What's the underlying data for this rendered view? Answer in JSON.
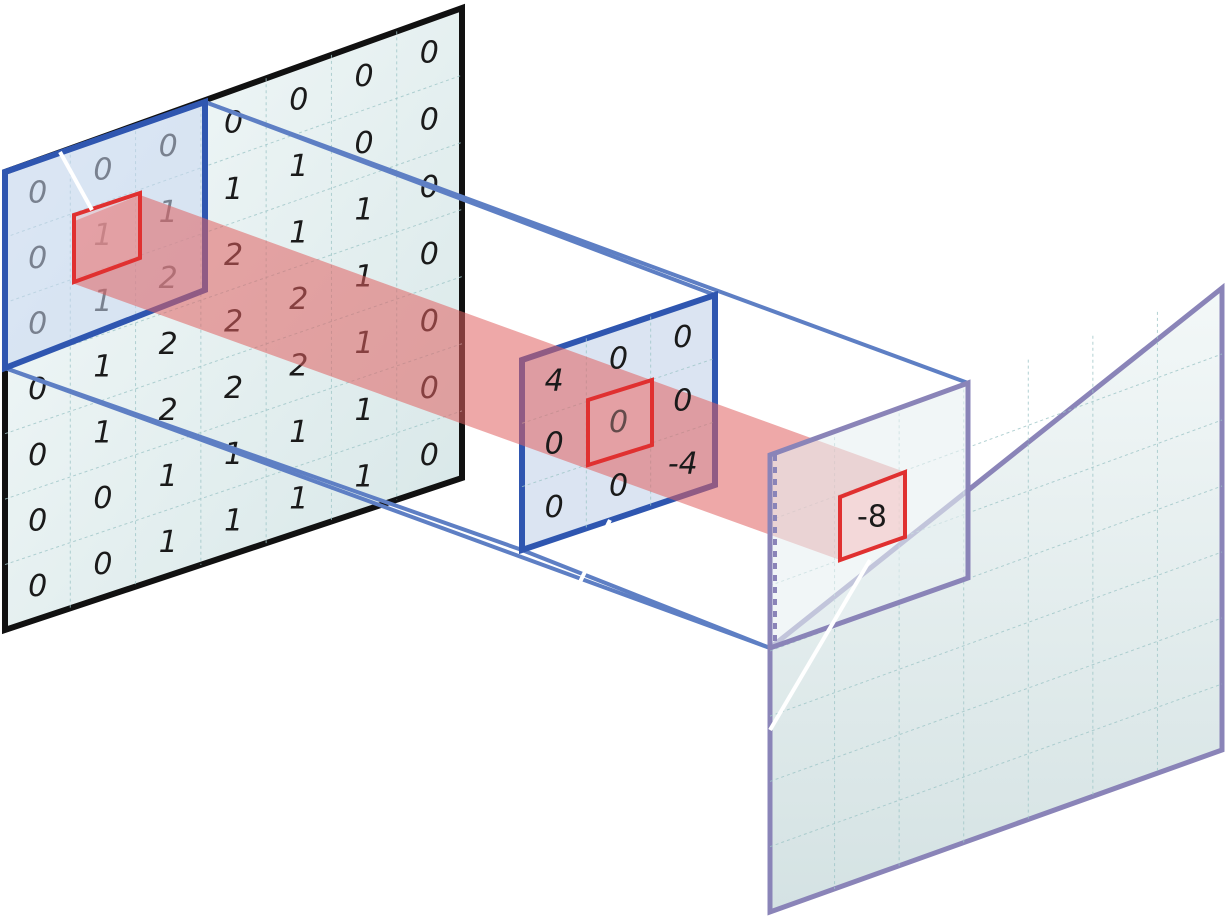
{
  "input_grid": [
    [
      "0",
      "0",
      "0",
      "0",
      "0",
      "0",
      "0"
    ],
    [
      "0",
      "1",
      "1",
      "1",
      "1",
      "0",
      "0"
    ],
    [
      "0",
      "1",
      "2",
      "2",
      "1",
      "1",
      "0"
    ],
    [
      "0",
      "1",
      "2",
      "2",
      "2",
      "1",
      "0"
    ],
    [
      "0",
      "1",
      "2",
      "2",
      "2",
      "1",
      "0"
    ],
    [
      "0",
      "0",
      "1",
      "1",
      "1",
      "1",
      "0"
    ],
    [
      "0",
      "0",
      "1",
      "1",
      "1",
      "1",
      "0"
    ]
  ],
  "kernel": [
    [
      "4",
      "0",
      "0"
    ],
    [
      "0",
      "0",
      "0"
    ],
    [
      "0",
      "0",
      "-4"
    ]
  ],
  "output_value": "-8",
  "colors": {
    "input_border": "#111111",
    "window_border": "#2f56b0",
    "projection_lines": "#5e7fc4",
    "output_border": "#8a84b8",
    "highlight": "#e03030",
    "beam_fill": "#e06060",
    "panel_fill": "#e4f0f1"
  }
}
